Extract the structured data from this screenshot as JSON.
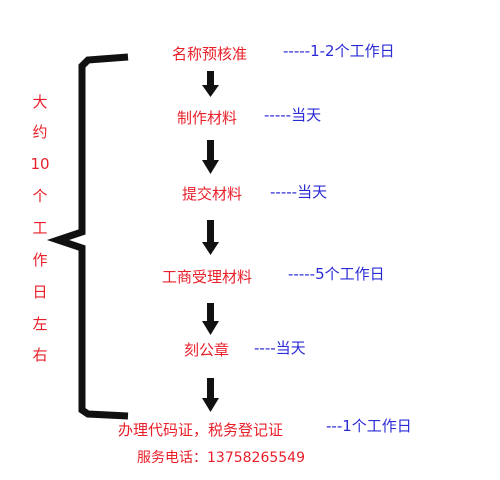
{
  "steps": [
    {
      "label": "名称预核准",
      "duration": "-----1-2个工作日"
    },
    {
      "label": "制作材料",
      "duration": "-----当天"
    },
    {
      "label": "提交材料",
      "duration": "-----当天"
    },
    {
      "label": "工商受理材料",
      "duration": "-----5个工作日"
    },
    {
      "label": "刻公章",
      "duration": "----当天"
    },
    {
      "label": "办理代码证，税务登记证",
      "duration": "---1个工作日"
    }
  ],
  "side_note": [
    "大",
    "约",
    "10",
    "个",
    "工",
    "作",
    "日",
    "左",
    "右"
  ],
  "contact": "服务电话：13758265549",
  "colors": {
    "step": "#e8202a",
    "duration": "#2b2bd6",
    "arrow": "#111111",
    "bracket": "#111111"
  }
}
